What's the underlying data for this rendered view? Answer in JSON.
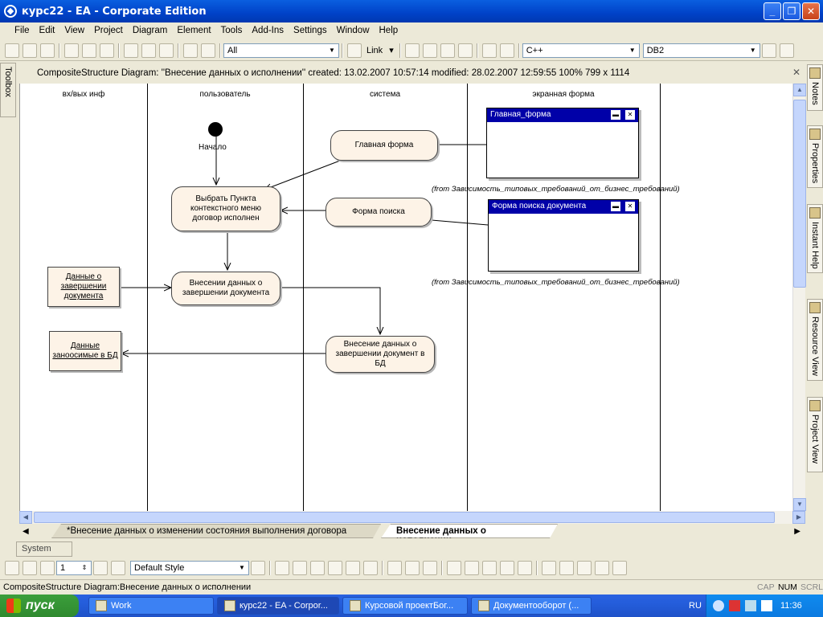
{
  "titlebar": {
    "title": "курс22 - EA - Corporate Edition",
    "min": "_",
    "max": "❐",
    "close": "✕"
  },
  "menu": [
    "File",
    "Edit",
    "View",
    "Project",
    "Diagram",
    "Element",
    "Tools",
    "Add-Ins",
    "Settings",
    "Window",
    "Help"
  ],
  "toolbar": {
    "filter_value": "All",
    "link_label": "Link",
    "lang_value": "C++",
    "db_value": "DB2"
  },
  "diagram_header": {
    "text": "CompositeStructure Diagram: ''Внесение данных о исполнении''   created: 13.02.2007 10:57:14  modified: 28.02.2007 12:59:55   100%   799 x 1114"
  },
  "toolbox": {
    "label": "Toolbox"
  },
  "right_panels": [
    "Notes",
    "Properties",
    "Instant Help",
    "Resource View",
    "Project View"
  ],
  "diagram": {
    "lanes": [
      "вх/вых инф",
      "пользователь",
      "система",
      "экранная форма"
    ],
    "start_label": "Начало",
    "actions": {
      "select": "Выбрать Пункта контекстного меню договор исполнен",
      "main_form": "Главная форма",
      "search_form": "Форма поиска",
      "enter_completion": "Внесении данных о завершении документа",
      "enter_db": "Внесение данных о завершении документ в БД"
    },
    "objects": {
      "completion_data": "Данные о завершении документа",
      "db_data": "Данные заноосимые в БД"
    },
    "windows": {
      "main": "Главная_форма",
      "search": "Форма поиска документа"
    },
    "from_note": "(from Зависимость_типовых_требований_от_бизнес_требований)"
  },
  "tabs": [
    "*Внесение данных о изменении состояния выполнения договора",
    "Внесение данных о исполнении"
  ],
  "system_tab": "System",
  "toolbar2": {
    "spin_value": "1",
    "style_value": "Default Style"
  },
  "statusbar": {
    "text": "CompositeStructure Diagram:Внесение данных о исполнении",
    "cap": "CAP",
    "num": "NUM",
    "scrl": "SCRL"
  },
  "taskbar": {
    "start": "пуск",
    "tasks": [
      "Work",
      "курс22 - EA - Corpor...",
      "Курсовой проектБог...",
      "Документооборот (..."
    ],
    "lang": "RU",
    "clock": "11:36"
  }
}
